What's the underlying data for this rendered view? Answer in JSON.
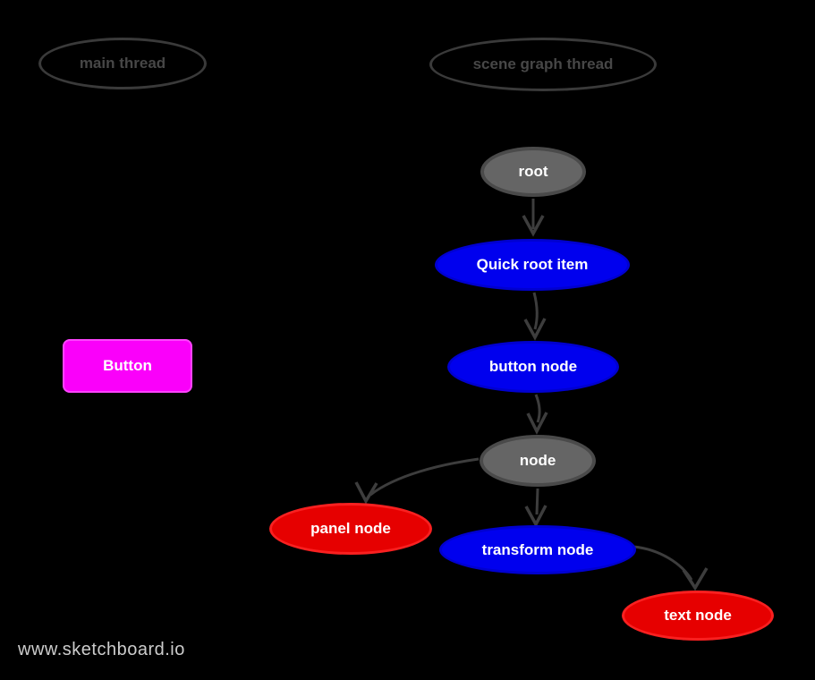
{
  "diagram": {
    "watermark": "www.sketchboard.io",
    "threads": {
      "main": {
        "label": "main thread"
      },
      "scene_graph": {
        "label": "scene graph thread"
      }
    },
    "button": {
      "label": "Button",
      "color": "#fa00fa"
    },
    "nodes": {
      "root": {
        "label": "root",
        "color": "#656565"
      },
      "quick_root_item": {
        "label": "Quick root item",
        "color": "#0000ee"
      },
      "button_node": {
        "label": "button node",
        "color": "#0000ee"
      },
      "node": {
        "label": "node",
        "color": "#656565"
      },
      "panel_node": {
        "label": "panel node",
        "color": "#e60000"
      },
      "transform_node": {
        "label": "transform node",
        "color": "#0000ee"
      },
      "text_node": {
        "label": "text node",
        "color": "#e60000"
      }
    },
    "edges": [
      {
        "from": "root",
        "to": "quick_root_item"
      },
      {
        "from": "quick_root_item",
        "to": "button_node"
      },
      {
        "from": "button_node",
        "to": "node"
      },
      {
        "from": "node",
        "to": "panel_node"
      },
      {
        "from": "node",
        "to": "transform_node"
      },
      {
        "from": "transform_node",
        "to": "text_node"
      }
    ],
    "colors": {
      "background": "#000000",
      "node_blue": "#0000ee",
      "node_red": "#e60000",
      "node_gray": "#656565",
      "button_magenta": "#fa00fa",
      "arrow": "#3d3d3d",
      "thread_outline": "#3a3a3a",
      "watermark_text": "#cccccc"
    }
  }
}
